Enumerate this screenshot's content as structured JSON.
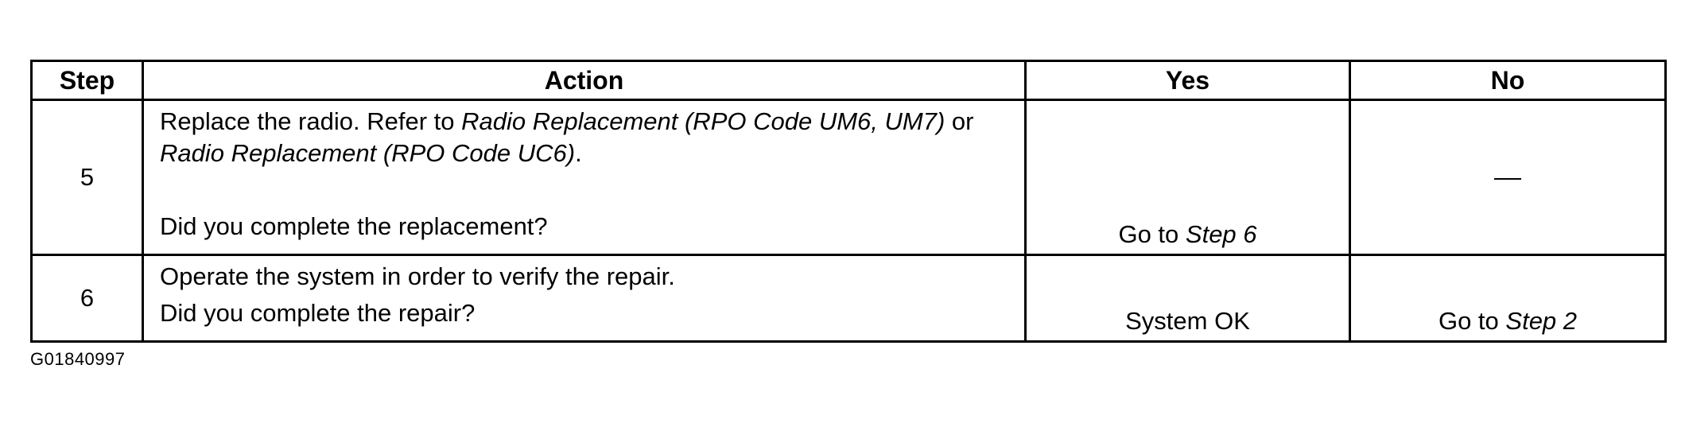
{
  "table": {
    "headers": {
      "step": "Step",
      "action": "Action",
      "yes": "Yes",
      "no": "No"
    },
    "rows": [
      {
        "step": "5",
        "action": {
          "t1": "Replace the radio. Refer to ",
          "ref1": "Radio Replacement (RPO Code UM6, UM7)",
          "t2": " or ",
          "ref2": "Radio Replacement (RPO Code UC6)",
          "t3": ".",
          "question": "Did you complete the replacement?"
        },
        "yes": {
          "prefix": "Go to ",
          "ref": "Step 6"
        },
        "no": "—"
      },
      {
        "step": "6",
        "action": {
          "line1": "Operate the system in order to verify the repair.",
          "question": "Did you complete the repair?"
        },
        "yes": "System OK",
        "no": {
          "prefix": "Go to ",
          "ref": "Step 2"
        }
      }
    ]
  },
  "figure_id": "G01840997"
}
